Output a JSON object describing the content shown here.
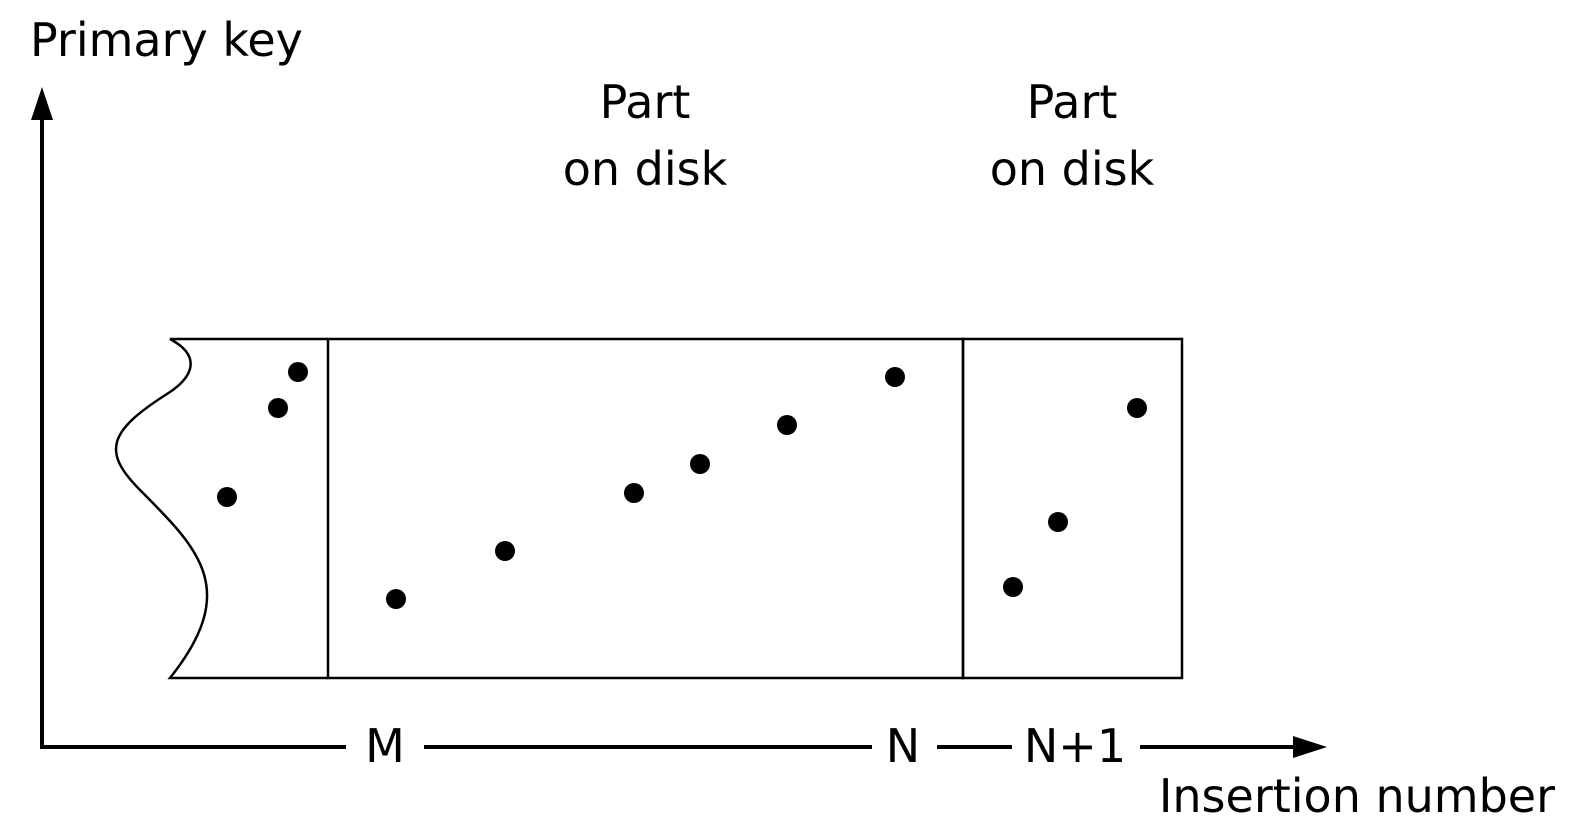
{
  "axes": {
    "y_label": "Primary key",
    "x_label": "Insertion number"
  },
  "parts": [
    {
      "line1": "Part",
      "line2": "on disk"
    },
    {
      "line1": "Part",
      "line2": "on disk"
    }
  ],
  "ticks": {
    "m": "M",
    "n": "N",
    "n1": "N+1"
  },
  "colors": {
    "stroke": "#000000",
    "background": "#ffffff"
  }
}
